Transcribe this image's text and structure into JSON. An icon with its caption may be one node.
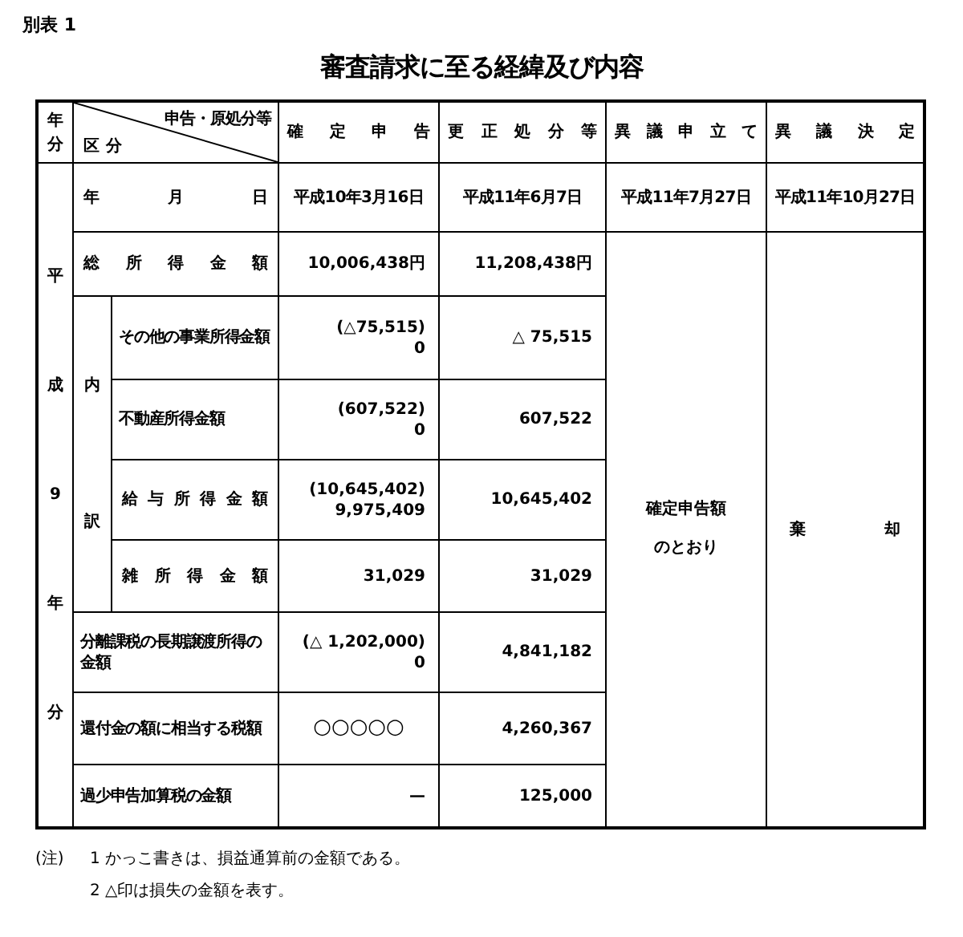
{
  "diagram": {
    "title": "審査請求に至る経緯及び内容",
    "labels": [
      "別表 1",
      "年分",
      "申告・原処分等",
      "区分",
      "確定申告",
      "更正処分等",
      "異議申立て",
      "異議決定",
      "年月日",
      "平成10年3月16日",
      "平成11年6月7日",
      "平成11年7月27日",
      "平成11年10月27日",
      "平成9年分",
      "総所得金額",
      "10,006,438円",
      "11,208,438円",
      "確定申告額のとおり",
      "棄却",
      "内訳",
      "その他の事業所得金額",
      "(△75,515)",
      "0",
      "△ 75,515",
      "不動産所得金額",
      "(607,522)",
      "0",
      "607,522",
      "給与所得金額",
      "(10,645,402)",
      "9,975,409",
      "10,645,402",
      "雑所得金額",
      "31,029",
      "31,029",
      "分離課税の長期譲渡所得の金額",
      "(△ 1,202,000)",
      "0",
      "4,841,182",
      "還付金の額に相当する税額",
      "○○○○○",
      "4,260,367",
      "過少申告加算税の金額",
      "—",
      "125,000",
      "(注)",
      "1 かっこ書きは、損益通算前の金額である。",
      "2 △印は損失の金額を表す。"
    ]
  }
}
